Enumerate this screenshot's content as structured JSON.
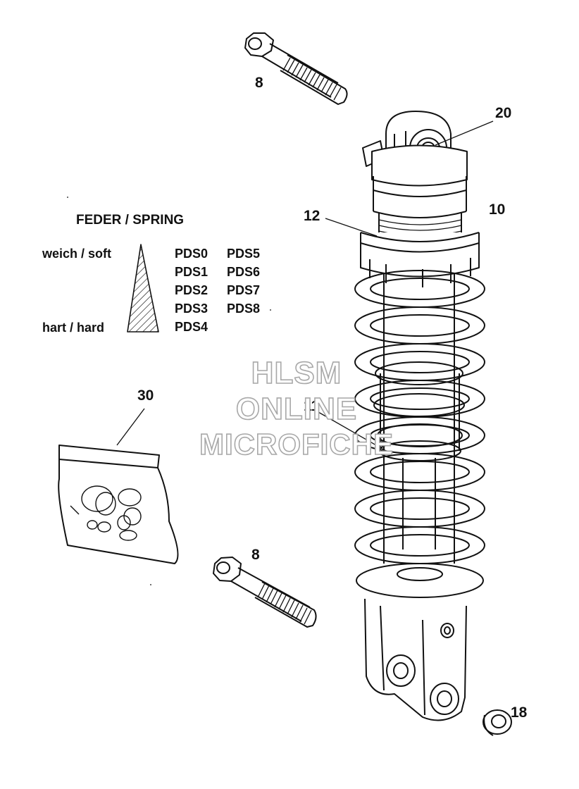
{
  "callouts": {
    "bolt_top": "8",
    "bolt_bottom": "8",
    "eye_bushing": "20",
    "shock_absorber": "10",
    "preload_nut": "12",
    "spring": "11",
    "repair_kit_bag": "30",
    "bottom_bushing": "18"
  },
  "spring_legend": {
    "title": "FEDER / SPRING",
    "soft_label": "weich / soft",
    "hard_label": "hart / hard",
    "column1": [
      "PDS0",
      "PDS1",
      "PDS2",
      "PDS3",
      "PDS4"
    ],
    "column2": [
      "PDS5",
      "PDS6",
      "PDS7",
      "PDS8"
    ]
  },
  "watermark": {
    "line1": "HLSM",
    "line2": "ONLINE",
    "line3": "MICROFICHE"
  }
}
